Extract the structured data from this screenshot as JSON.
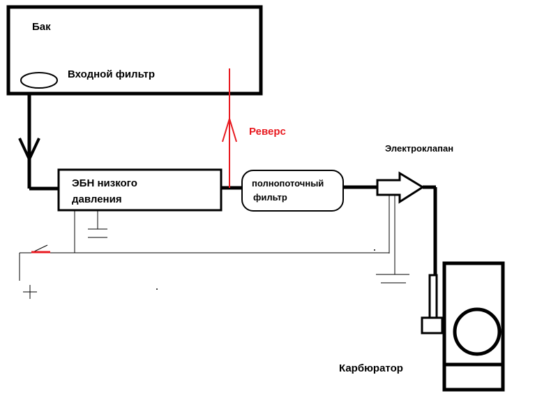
{
  "labels": {
    "tank": "Бак",
    "inlet_filter": "Входной фильтр",
    "reverse": "Реверс",
    "solenoid_valve": "Электроклапан",
    "pump_line1": "ЭБН низкого",
    "pump_line2": "давления",
    "filter_line1": "полнопоточный",
    "filter_line2": "фильтр",
    "carburetor": "Карбюратор",
    "plus": "+"
  },
  "colors": {
    "line": "#000000",
    "reverse": "#e8191f",
    "switch_contact": "#e8191f",
    "background": "#ffffff"
  }
}
